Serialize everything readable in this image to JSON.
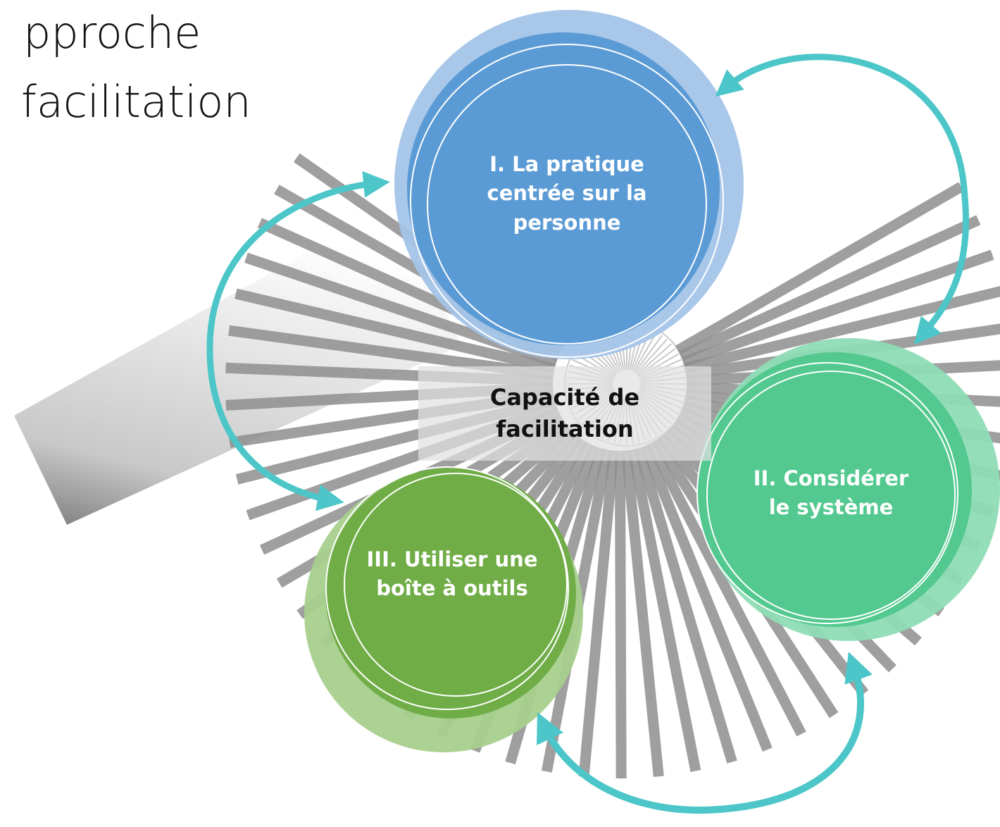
{
  "title": {
    "line1": "pproche",
    "line2": "facilitation"
  },
  "center": {
    "label": "Capacité de facilitation"
  },
  "nodes": [
    {
      "label": "I. La pratique centrée sur la personne",
      "color": "#5b9bd5"
    },
    {
      "label": "II. Considérer le système",
      "color": "#4fc68c"
    },
    {
      "label": "III. Utiliser une boîte à outils",
      "color": "#70ad47"
    }
  ],
  "arrow_color": "#4cc6c8",
  "ray_color": "#8f8f8f"
}
